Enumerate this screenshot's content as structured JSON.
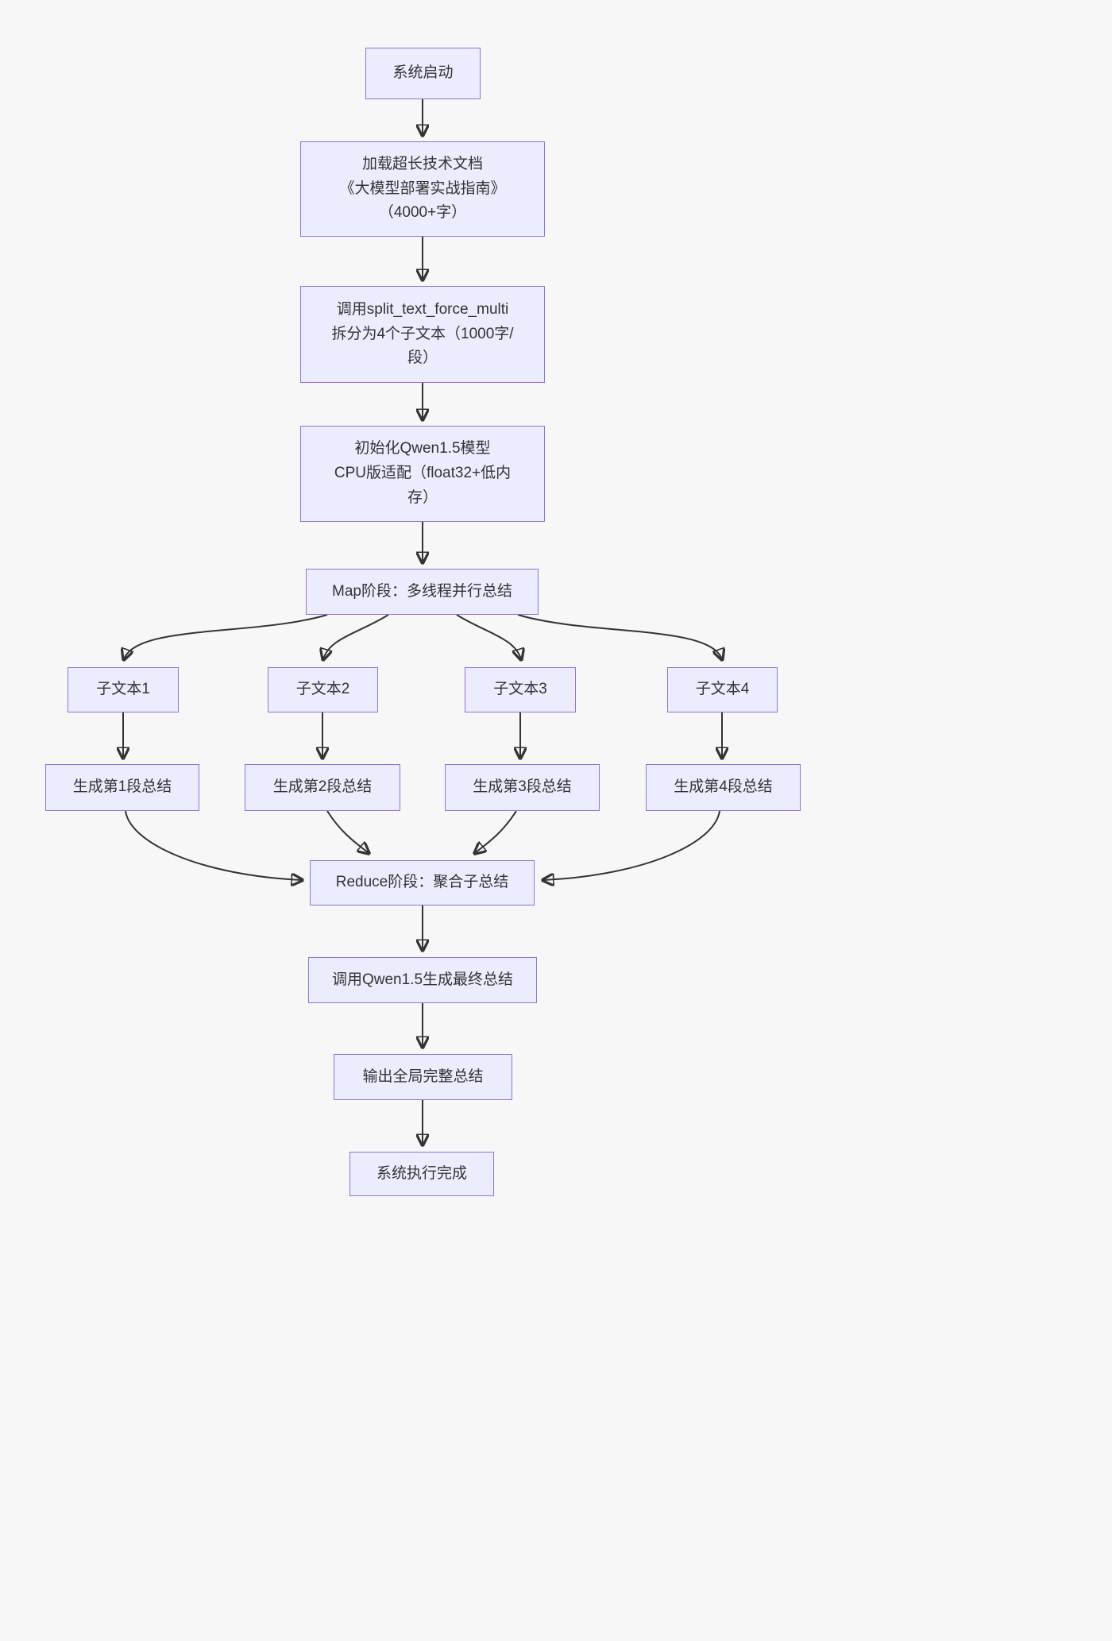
{
  "diagram": {
    "type": "flowchart",
    "background": "#f7f7f8",
    "node_fill": "#ECECFF",
    "node_border": "#9370DB",
    "edge_color": "#333333",
    "text_color": "#333333"
  },
  "nodes": {
    "start": {
      "lines": [
        "系统启动"
      ]
    },
    "load_doc": {
      "lines": [
        "加载超长技术文档",
        "《大模型部署实战指南》",
        "（4000+字）"
      ]
    },
    "split": {
      "lines": [
        "调用split_text_force_multi",
        "拆分为4个子文本（1000字/",
        "段）"
      ]
    },
    "init_model": {
      "lines": [
        "初始化Qwen1.5模型",
        "CPU版适配（float32+低内",
        "存）"
      ]
    },
    "map_stage": {
      "lines": [
        "Map阶段：多线程并行总结"
      ]
    },
    "sub1": {
      "lines": [
        "子文本1"
      ]
    },
    "sub2": {
      "lines": [
        "子文本2"
      ]
    },
    "sub3": {
      "lines": [
        "子文本3"
      ]
    },
    "sub4": {
      "lines": [
        "子文本4"
      ]
    },
    "gen1": {
      "lines": [
        "生成第1段总结"
      ]
    },
    "gen2": {
      "lines": [
        "生成第2段总结"
      ]
    },
    "gen3": {
      "lines": [
        "生成第3段总结"
      ]
    },
    "gen4": {
      "lines": [
        "生成第4段总结"
      ]
    },
    "reduce_stage": {
      "lines": [
        "Reduce阶段：聚合子总结"
      ]
    },
    "final_call": {
      "lines": [
        "调用Qwen1.5生成最终总结"
      ]
    },
    "output": {
      "lines": [
        "输出全局完整总结"
      ]
    },
    "done": {
      "lines": [
        "系统执行完成"
      ]
    }
  },
  "edges": [
    {
      "from": "start",
      "to": "load_doc"
    },
    {
      "from": "load_doc",
      "to": "split"
    },
    {
      "from": "split",
      "to": "init_model"
    },
    {
      "from": "init_model",
      "to": "map_stage"
    },
    {
      "from": "map_stage",
      "to": "sub1"
    },
    {
      "from": "map_stage",
      "to": "sub2"
    },
    {
      "from": "map_stage",
      "to": "sub3"
    },
    {
      "from": "map_stage",
      "to": "sub4"
    },
    {
      "from": "sub1",
      "to": "gen1"
    },
    {
      "from": "sub2",
      "to": "gen2"
    },
    {
      "from": "sub3",
      "to": "gen3"
    },
    {
      "from": "sub4",
      "to": "gen4"
    },
    {
      "from": "gen1",
      "to": "reduce_stage"
    },
    {
      "from": "gen2",
      "to": "reduce_stage"
    },
    {
      "from": "gen3",
      "to": "reduce_stage"
    },
    {
      "from": "gen4",
      "to": "reduce_stage"
    },
    {
      "from": "reduce_stage",
      "to": "final_call"
    },
    {
      "from": "final_call",
      "to": "output"
    },
    {
      "from": "output",
      "to": "done"
    }
  ]
}
